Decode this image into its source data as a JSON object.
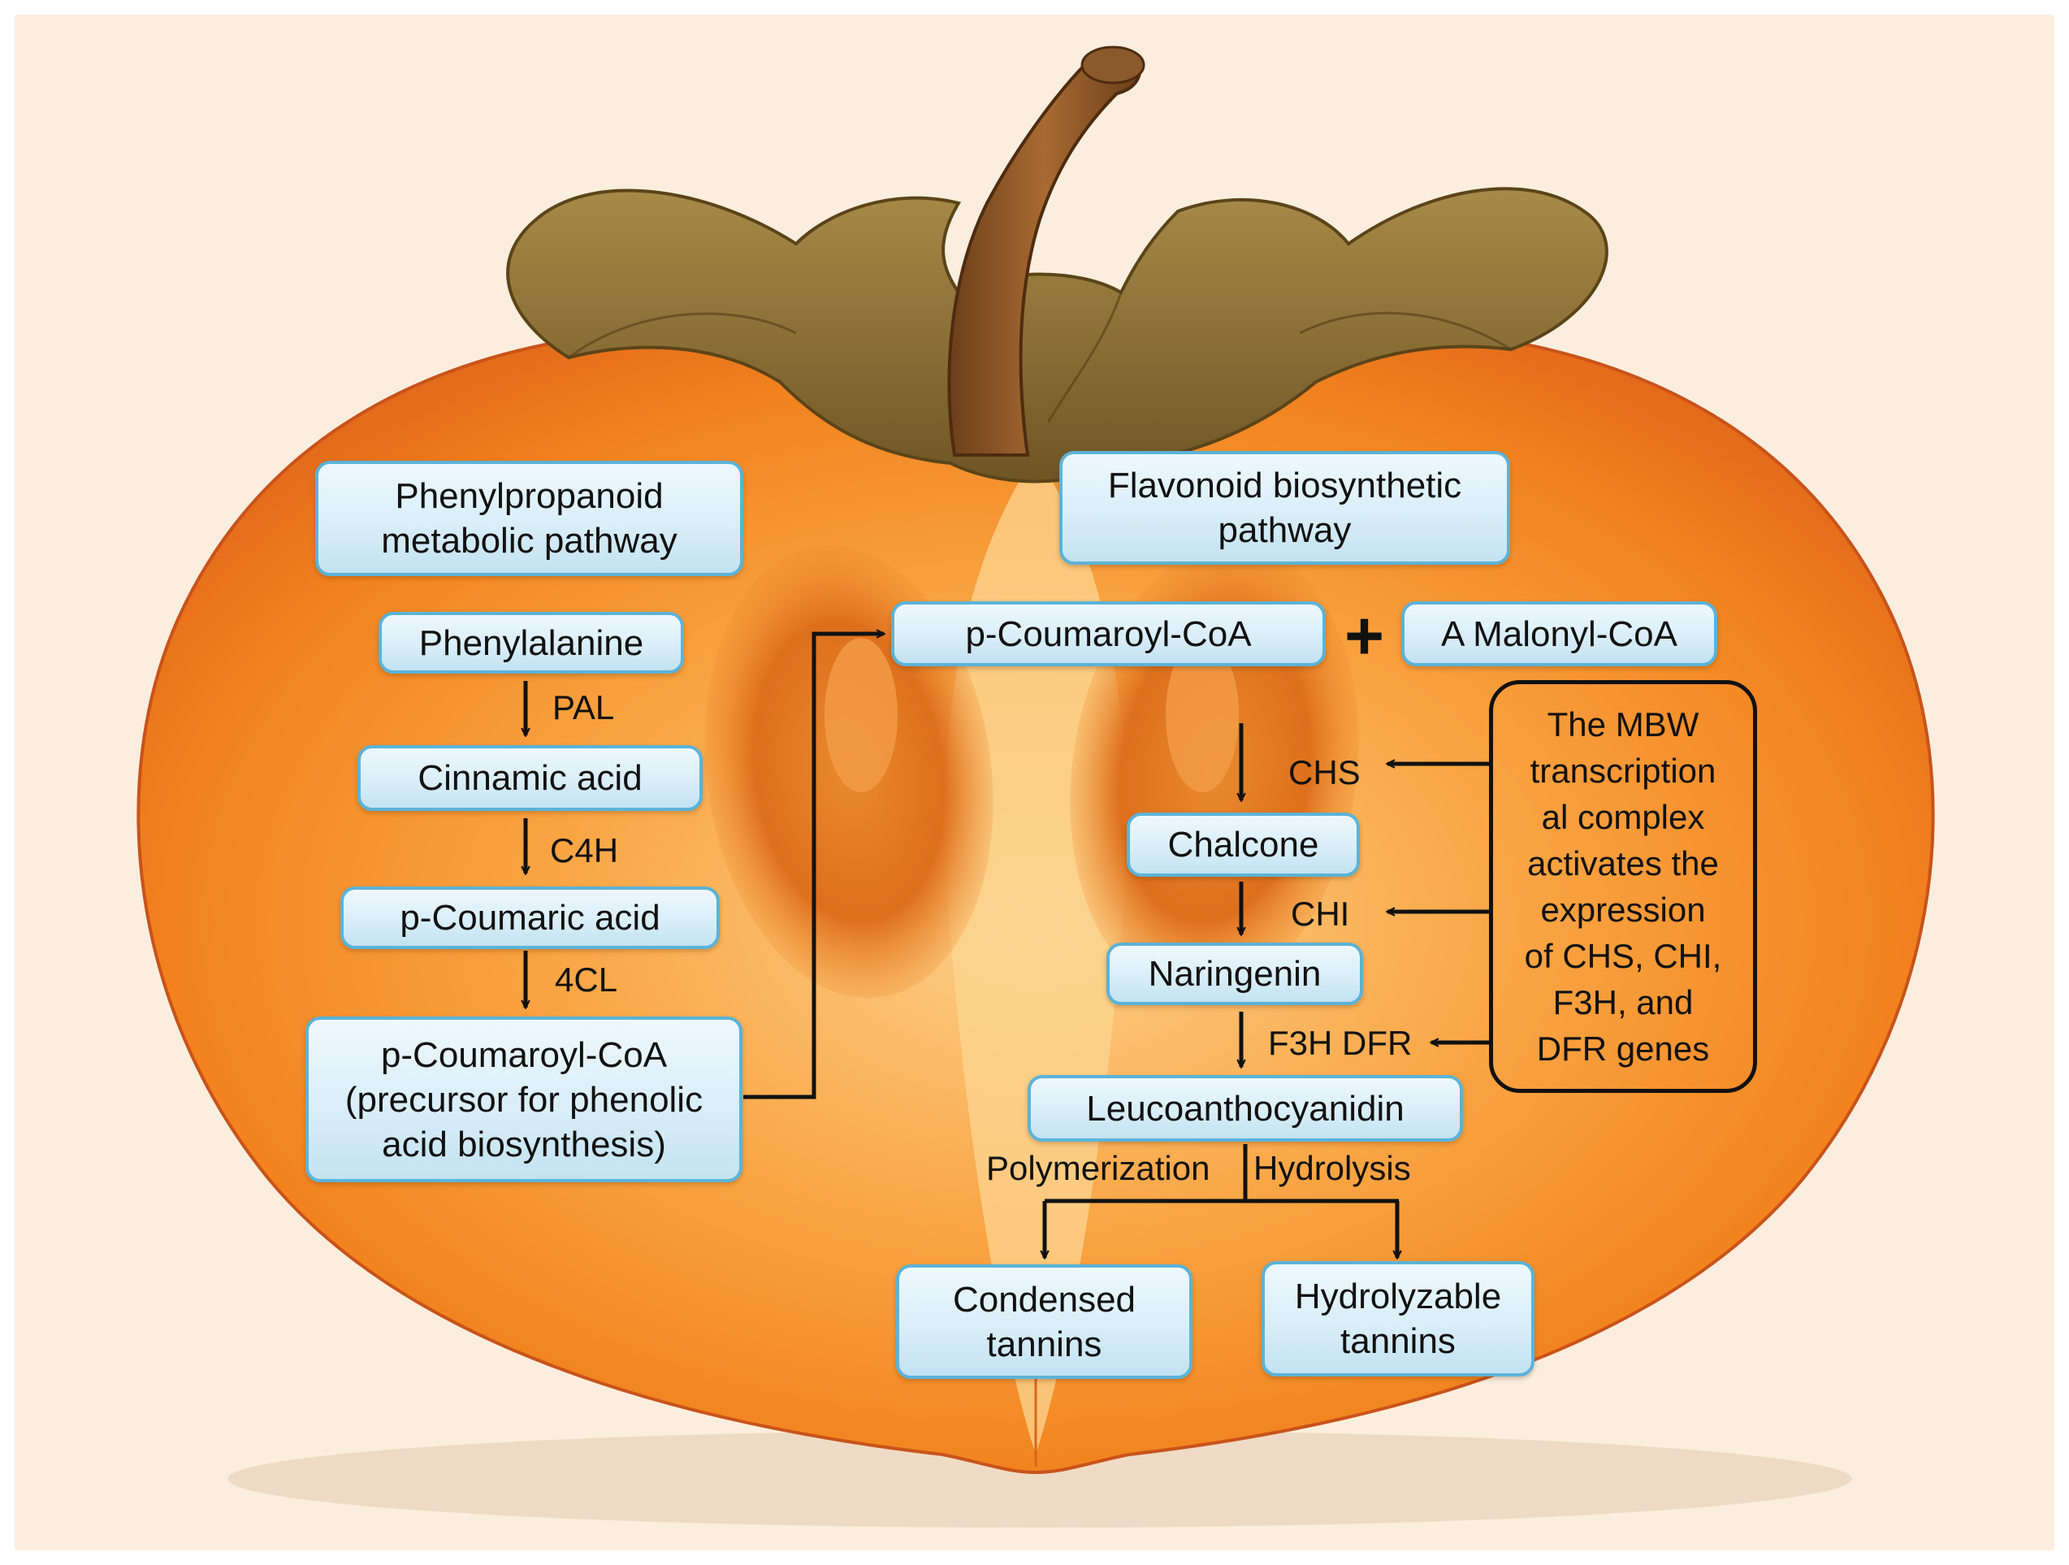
{
  "pathway_titles": {
    "phenylpropanoid": "Phenylpropanoid\nmetabolic pathway",
    "flavonoid": "Flavonoid biosynthetic\npathway"
  },
  "compounds": {
    "phenylalanine": "Phenylalanine",
    "cinnamic_acid": "Cinnamic acid",
    "p_coumaric_acid": "p-Coumaric acid",
    "p_coumaroyl_coa_precursor": "p-Coumaroyl-CoA\n(precursor for phenolic\nacid biosynthesis)",
    "p_coumaroyl_coa": "p-Coumaroyl-CoA",
    "malonyl_coa": "A Malonyl-CoA",
    "chalcone": "Chalcone",
    "naringenin": "Naringenin",
    "leucoanthocyanidin": "Leucoanthocyanidin",
    "condensed_tannins": "Condensed\ntannins",
    "hydrolyzable_tannins": "Hydrolyzable\ntannins"
  },
  "enzymes": {
    "pal": "PAL",
    "c4h": "C4H",
    "cl4": "4CL",
    "chs": "CHS",
    "chi": "CHI",
    "f3h_dfr": "F3H DFR",
    "polymerization": "Polymerization",
    "hydrolysis": "Hydrolysis"
  },
  "plus_sign": "+",
  "mbw_note": "The MBW\ntranscription\nal complex\nactivates the\nexpression\nof CHS, CHI,\nF3H, and\nDFR genes",
  "colors": {
    "background": "#fbeede",
    "fruit_flesh": "#f2831e",
    "fruit_inner": "#fbb24e",
    "calyx": "#8a6a2c",
    "box_fill": "#d9eef8",
    "box_border": "#5bb3d8",
    "arrows": "#111111"
  }
}
